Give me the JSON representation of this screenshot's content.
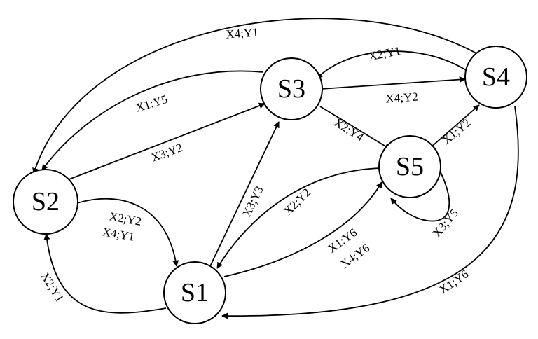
{
  "states": {
    "s1": "S1",
    "s2": "S2",
    "s3": "S3",
    "s4": "S4",
    "s5": "S5"
  },
  "transitions": {
    "s4_to_s2": "X4;Y1",
    "s4_to_s3": "X2;Y1",
    "s3_to_s4": "X4;Y2",
    "s3_to_s2": "X1;Y5",
    "s2_to_s3": "X3;Y2",
    "s3_to_s5": "X2;Y4",
    "s5_to_s4": "X1;Y2",
    "s5_to_s5": "X3;Y5",
    "s1_to_s3": "X3;Y3",
    "s5_to_s1": "X2;Y2",
    "s1_to_s5_a": "X1;Y6",
    "s1_to_s5_b": "X4;Y6",
    "s2_to_s1_a": "X2;Y2",
    "s2_to_s1_b": "X4;Y1",
    "s1_to_s2": "X2;Y1",
    "s4_to_s1": "X1;Y6"
  }
}
